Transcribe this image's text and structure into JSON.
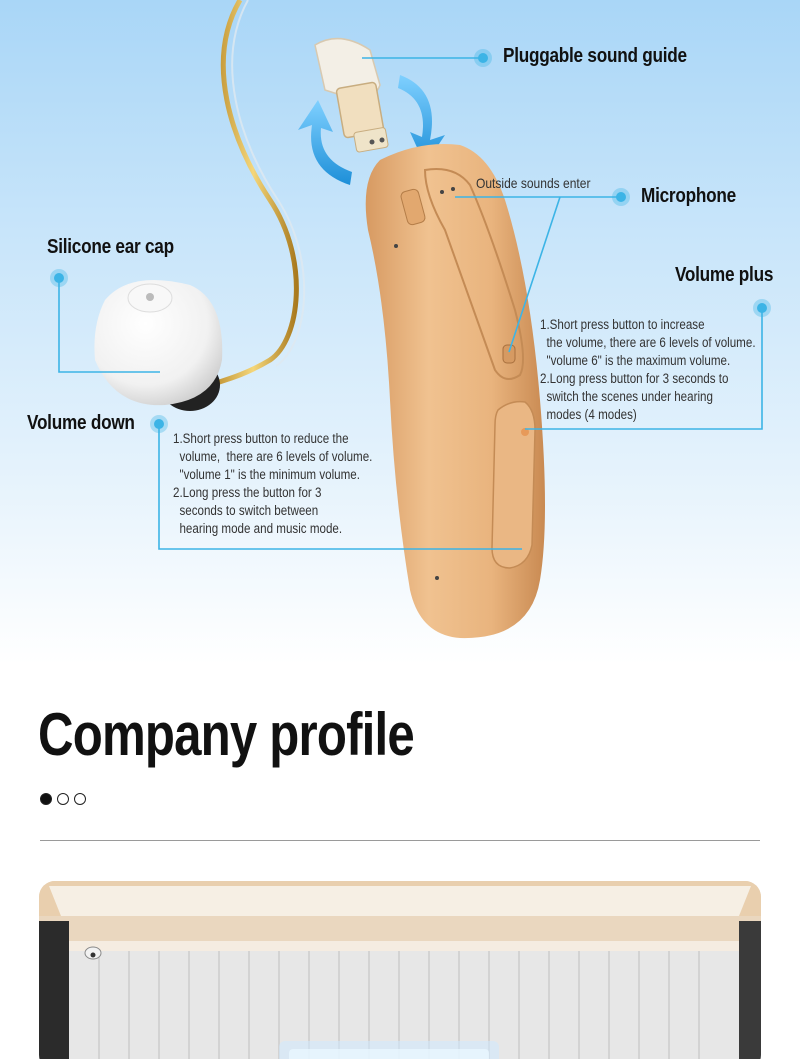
{
  "diagram": {
    "labels": {
      "sound_guide": "Pluggable sound guide",
      "microphone": "Microphone",
      "outside_sounds": "Outside sounds enter",
      "ear_cap": "Silicone ear cap",
      "volume_plus": "Volume plus",
      "volume_down": "Volume down"
    },
    "volume_plus_note": "1.Short press button to increase\n  the volume, there are 6 levels of volume.\n  \"volume 6\" is the maximum volume.\n2.Long press button for 3 seconds to\n  switch the scenes under hearing\n  modes (4 modes)",
    "volume_down_note": "1.Short press button to reduce the\n  volume,  there are 6 levels of volume.\n  \"volume 1\" is the minimum volume.\n2.Long press the button for 3\n  seconds to switch between\n  hearing mode and music mode.",
    "colors": {
      "accent": "#3cb4e6",
      "device": "#e8b37f",
      "background_top": "#a9d6f7"
    }
  },
  "profile": {
    "title": "Company profile",
    "carousel_total": 3,
    "carousel_active": 1
  }
}
